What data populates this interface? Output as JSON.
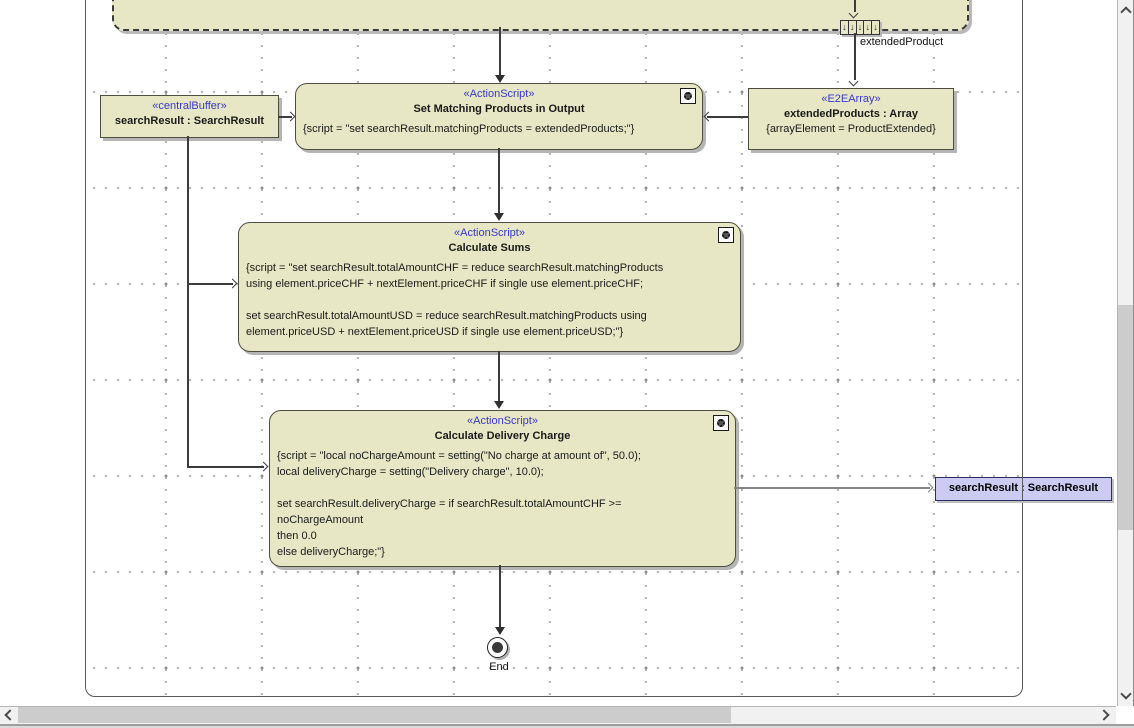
{
  "diagram": {
    "pin_label": "extendedProduct",
    "end_label": "End"
  },
  "nodes": {
    "central_buffer": {
      "stereotype": "«centralBuffer»",
      "name": "searchResult : SearchResult"
    },
    "set_matching": {
      "stereotype": "«ActionScript»",
      "name": "Set Matching Products in Output",
      "script_lines": [
        "{script = \"set searchResult.matchingProducts = extendedProducts;\"}"
      ]
    },
    "e2e_array": {
      "stereotype": "«E2EArray»",
      "name": "extendedProducts : Array",
      "constraint": "{arrayElement = ProductExtended}"
    },
    "calculate_sums": {
      "stereotype": "«ActionScript»",
      "name": "Calculate Sums",
      "script_lines": [
        "{script = \"set searchResult.totalAmountCHF = reduce searchResult.matchingProducts",
        "using element.priceCHF + nextElement.priceCHF if single use element.priceCHF;",
        "",
        "set searchResult.totalAmountUSD = reduce searchResult.matchingProducts using",
        "element.priceUSD + nextElement.priceUSD if single use element.priceUSD;\"}"
      ]
    },
    "calculate_delivery": {
      "stereotype": "«ActionScript»",
      "name": "Calculate Delivery Charge",
      "script_lines": [
        "{script = \"local noChargeAmount = setting(\"No charge at amount of\", 50.0);",
        "local deliveryCharge = setting(\"Delivery charge\", 10.0);",
        "",
        "set searchResult.deliveryCharge = if searchResult.totalAmountCHF >=",
        "noChargeAmount",
        "then 0.0",
        "else deliveryCharge;\"}"
      ]
    },
    "result_object": {
      "name": "searchResult : SearchResult"
    }
  },
  "icons": {
    "node_behavior": "gear-icon",
    "expansion_cells": "down-arrow-icon",
    "scrollbar": [
      "chevron-up-icon",
      "chevron-down-icon",
      "chevron-left-icon",
      "chevron-right-icon"
    ]
  },
  "colors": {
    "node_fill": "#e7e7c5",
    "node_border": "#4e4e3e",
    "stereotype_text": "#3939c9",
    "object_node_fill": "#ccccf2",
    "shadow": "#b5b5b5",
    "flow_line": "#3c3c3c"
  }
}
